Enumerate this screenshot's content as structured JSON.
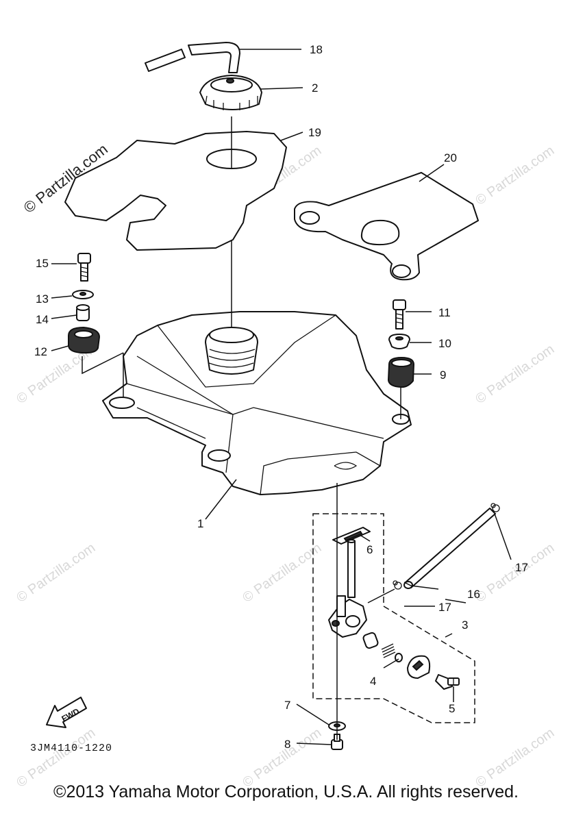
{
  "watermarks": {
    "main": "© Partzilla.com",
    "tile": "© Partzilla.com"
  },
  "callouts": [
    "1",
    "2",
    "3",
    "4",
    "5",
    "6",
    "7",
    "8",
    "9",
    "10",
    "11",
    "12",
    "13",
    "14",
    "15",
    "16",
    "17",
    "17",
    "18",
    "19",
    "20"
  ],
  "part_code": "3JM4110-1220",
  "fwd_label": "FWD",
  "copyright": "©2013 Yamaha Motor Corporation, U.S.A. All rights reserved."
}
